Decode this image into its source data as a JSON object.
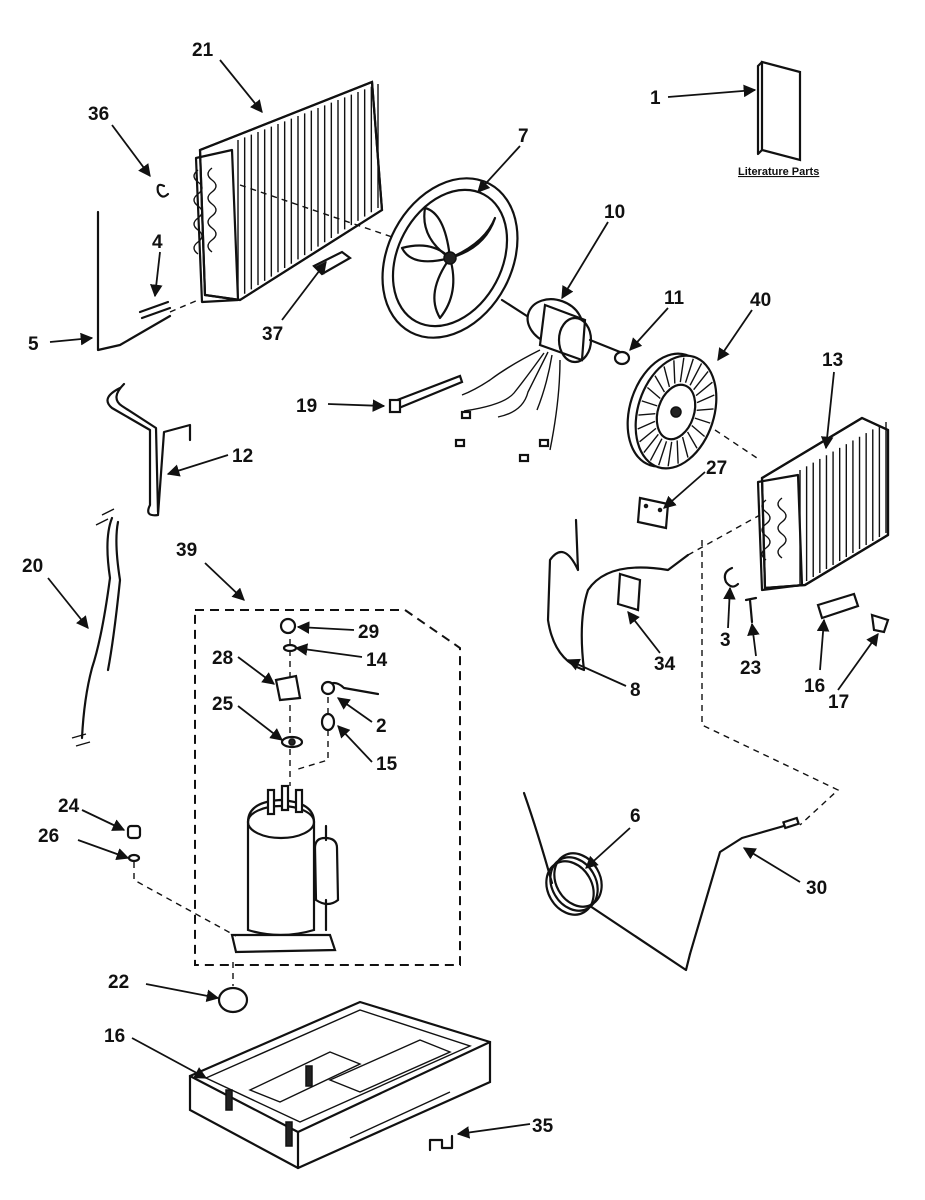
{
  "literature_label": "Literature Parts",
  "callouts": {
    "c1": "1",
    "c2": "2",
    "c3": "3",
    "c4": "4",
    "c5": "5",
    "c6": "6",
    "c7": "7",
    "c8": "8",
    "c10": "10",
    "c11": "11",
    "c12": "12",
    "c13": "13",
    "c14": "14",
    "c15": "15",
    "c16a": "16",
    "c16b": "16",
    "c17": "17",
    "c19": "19",
    "c20": "20",
    "c21": "21",
    "c22": "22",
    "c23": "23",
    "c24": "24",
    "c25": "25",
    "c26": "26",
    "c27": "27",
    "c28": "28",
    "c29": "29",
    "c30": "30",
    "c34": "34",
    "c35": "35",
    "c36": "36",
    "c37": "37",
    "c39": "39",
    "c40": "40"
  }
}
